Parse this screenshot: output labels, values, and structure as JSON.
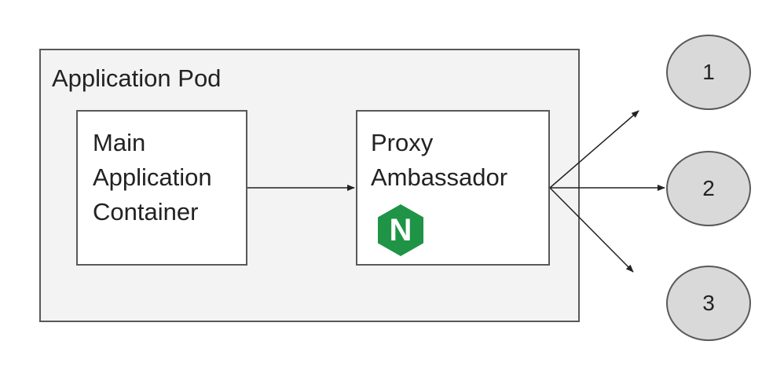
{
  "pod": {
    "title": "Application Pod"
  },
  "main_container": {
    "lines": [
      "Main",
      "Application",
      "Container"
    ]
  },
  "proxy": {
    "lines": [
      "Proxy",
      "Ambassador"
    ],
    "logo_icon": "nginx-icon",
    "logo_letter": "N",
    "logo_color": "#1f9446"
  },
  "nodes": [
    "1",
    "2",
    "3"
  ],
  "colors": {
    "pod_fill": "#f3f3f3",
    "node_fill": "#d9d9d9",
    "stroke": "#595959"
  }
}
